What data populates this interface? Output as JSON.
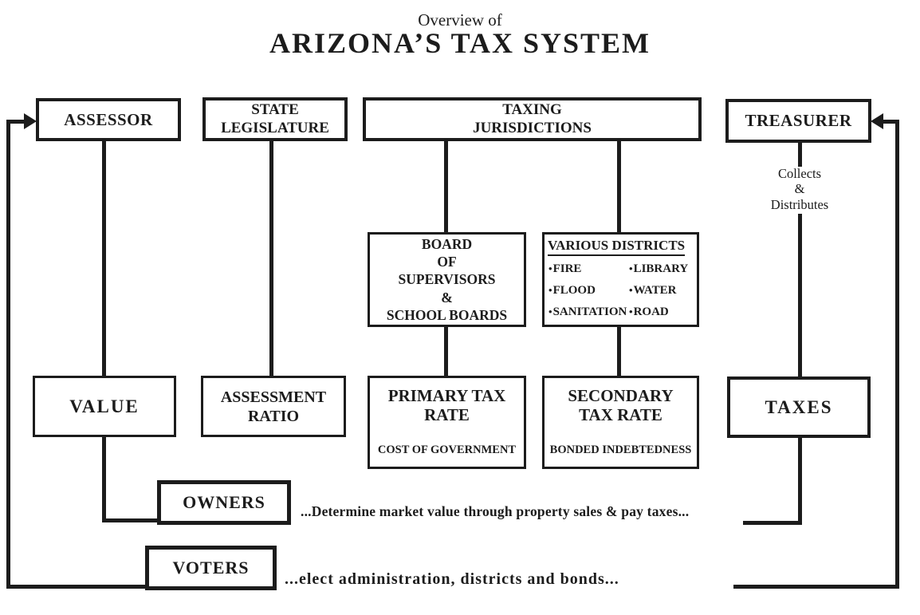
{
  "title": {
    "small": "Overview of",
    "main": "ARIZONA’S TAX SYSTEM"
  },
  "nodes": {
    "assessor": "ASSESSOR",
    "state_legislature": "STATE LEGISLATURE",
    "taxing_jurisdictions": "TAXING JURISDICTIONS",
    "treasurer": "TREASURER",
    "board_lines": [
      "BOARD",
      "OF",
      "SUPERVISORS",
      "&",
      "SCHOOL BOARDS"
    ],
    "districts": {
      "header": "VARIOUS DISTRICTS",
      "bullet": "•",
      "left": [
        "FIRE",
        "FLOOD",
        "SANITATION"
      ],
      "right": [
        "LIBRARY",
        "WATER",
        "ROAD"
      ]
    },
    "value": "VALUE",
    "assessment_ratio": "ASSESSMENT RATIO",
    "primary_tax_rate": {
      "title": "PRIMARY TAX RATE",
      "subtitle": "COST OF GOVERNMENT"
    },
    "secondary_tax_rate": {
      "title": "SECONDARY TAX RATE",
      "subtitle": "BONDED INDEBTEDNESS"
    },
    "taxes": "TAXES",
    "owners": "OWNERS",
    "voters": "VOTERS"
  },
  "annotations": {
    "treasurer_role": [
      "Collects",
      "&",
      "Distributes"
    ],
    "owners_caption": "...Determine market value through property sales & pay taxes...",
    "voters_caption": "...elect administration, districts and bonds..."
  },
  "colors": {
    "ink": "#1c1c1c",
    "background": "#ffffff"
  }
}
